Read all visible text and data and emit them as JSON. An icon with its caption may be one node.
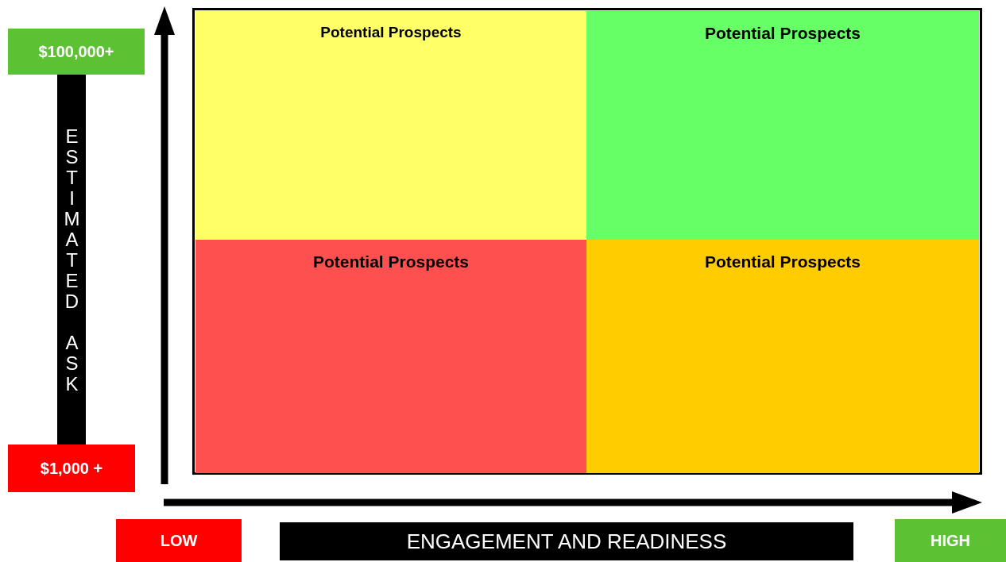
{
  "diagram": {
    "nodes": [
      {
        "text": [
          "$100,000+"
        ]
      },
      {
        "text": [
          "Potential Prospects"
        ]
      },
      {
        "text": [
          "Potential Prospects"
        ]
      },
      {
        "text": [
          "ESTIMATED ASK"
        ]
      },
      {
        "text": [
          "Potential Prospects"
        ]
      },
      {
        "text": [
          "Potential Prospects"
        ]
      },
      {
        "text": [
          "$1,000 +"
        ]
      },
      {
        "text": [
          "LOW"
        ]
      },
      {
        "text": [
          "ENGAGEMENT AND READINESS"
        ]
      },
      {
        "text": [
          "HIGH"
        ]
      }
    ],
    "edges": []
  }
}
